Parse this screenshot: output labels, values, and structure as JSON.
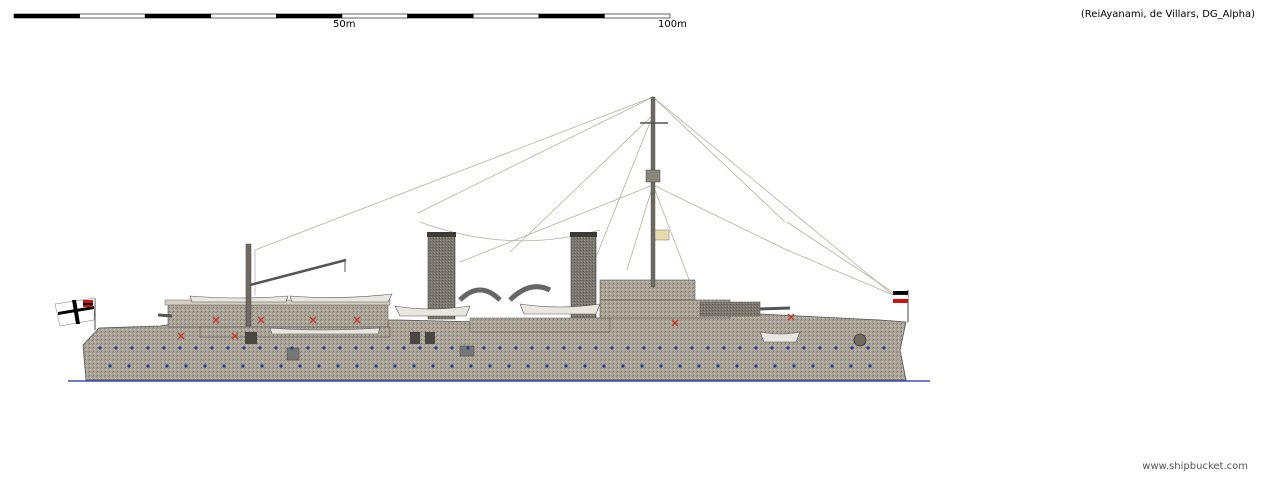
{
  "scale_bar": {
    "label_mid": "50m",
    "label_end": "100m",
    "colors": {
      "dark": "#000000",
      "light": "#ffffff"
    }
  },
  "credits": "(ReiAyanami, de Villars, DG_Alpha)",
  "watermark": "www.shipbucket.com",
  "colors": {
    "hull": "#a8a195",
    "hull_dark": "#6f6a62",
    "superstructure": "#b9b2a6",
    "funnel": "#7c7870",
    "rigging": "#b5ad9b",
    "waterline": "#1f2fa0",
    "porthole": "#1d3f9a",
    "cross": "#c0392b",
    "boat": "#e9e6df",
    "flag_black": "#000000",
    "flag_white": "#ffffff",
    "flag_red": "#cc1111"
  },
  "icons": {
    "stern_flag": "naval-ensign-icon",
    "bow_flag": "jack-flag-icon"
  }
}
